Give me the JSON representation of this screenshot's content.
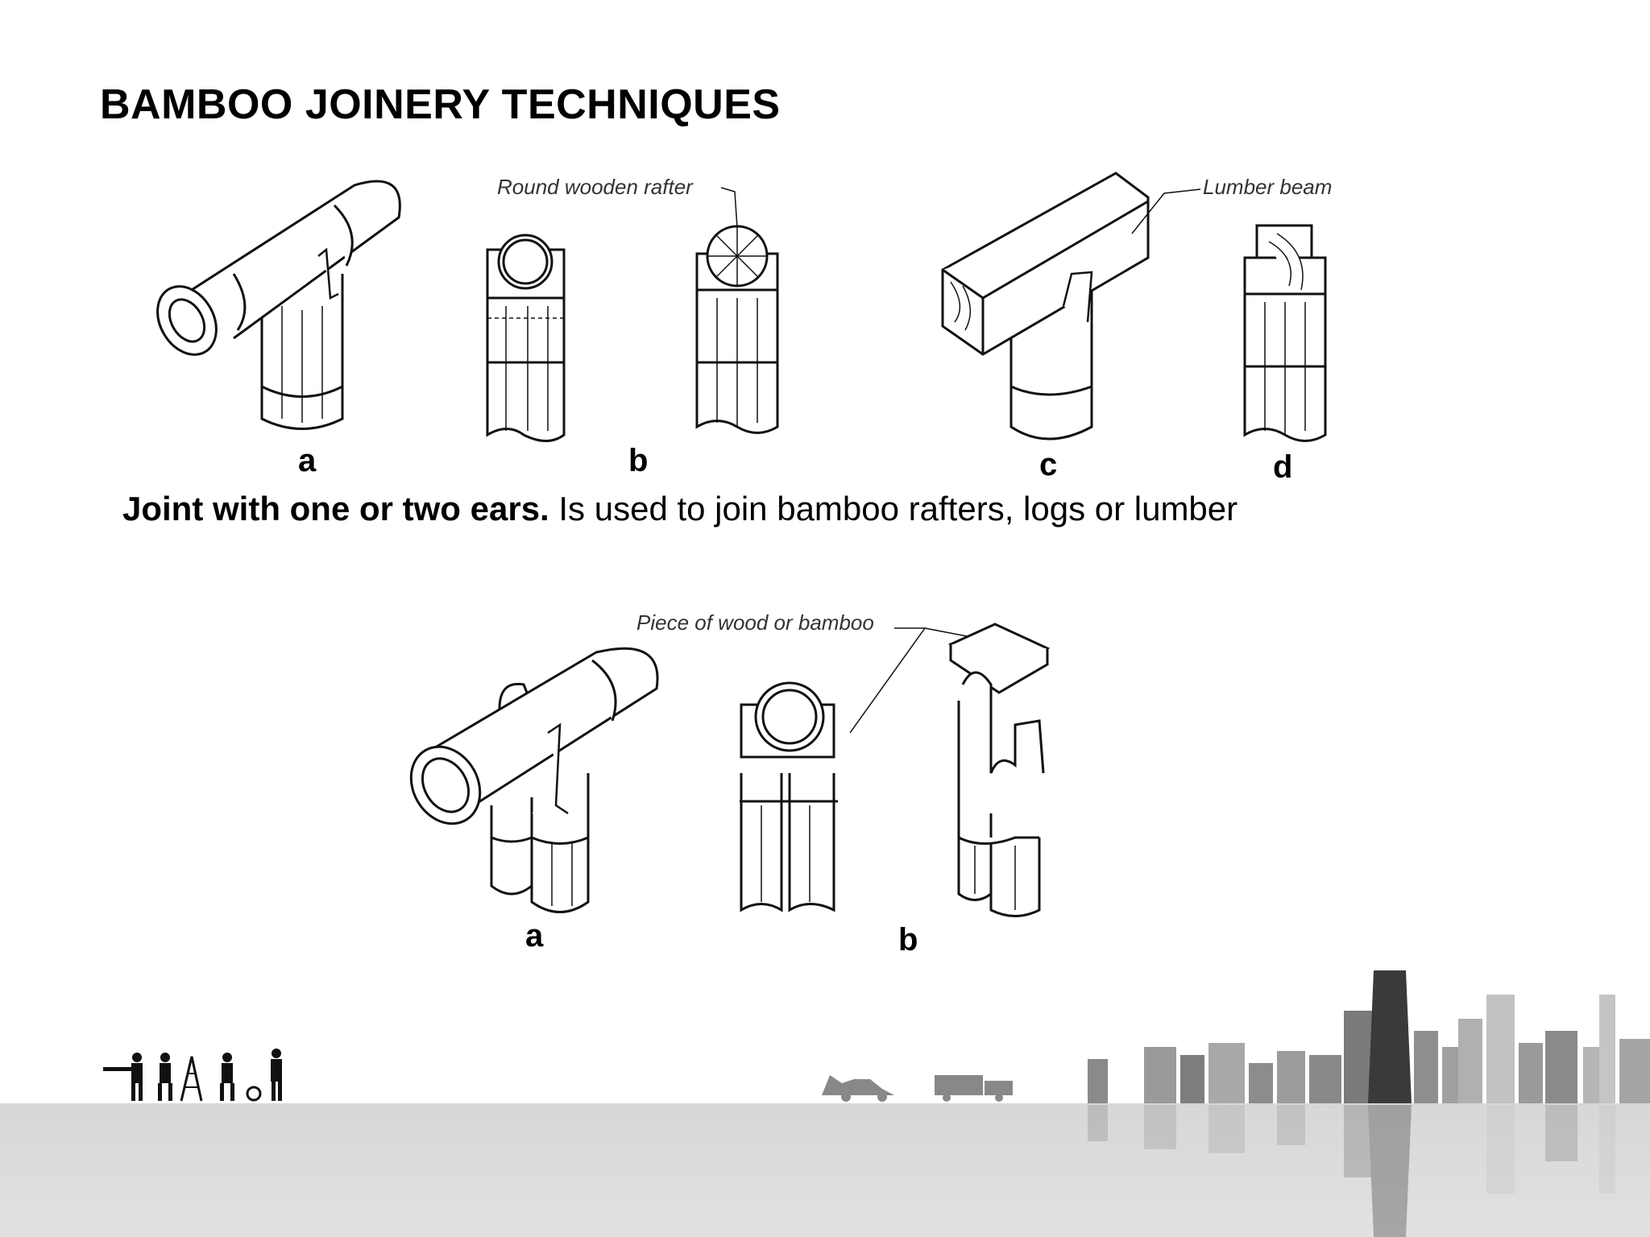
{
  "slide": {
    "title": "BAMBOO JOINERY TECHNIQUES",
    "caption_bold": "Joint with one or two ears.",
    "caption_rest": " Is used to join bamboo rafters, logs or lumber"
  },
  "figure_top": {
    "annotations": {
      "round_wooden_rafter": "Round wooden rafter",
      "lumber_beam": "Lumber beam"
    },
    "labels": {
      "a": "a",
      "b": "b",
      "c": "c",
      "d": "d"
    }
  },
  "figure_bottom": {
    "annotations": {
      "piece_of_wood": "Piece of wood or bamboo"
    },
    "labels": {
      "a": "a",
      "b": "b"
    }
  },
  "footer": {
    "silhouette_icon": "workers-silhouette-icon",
    "skyline_icon": "city-skyline-icon",
    "vehicles_icon": "construction-vehicles-icon"
  }
}
